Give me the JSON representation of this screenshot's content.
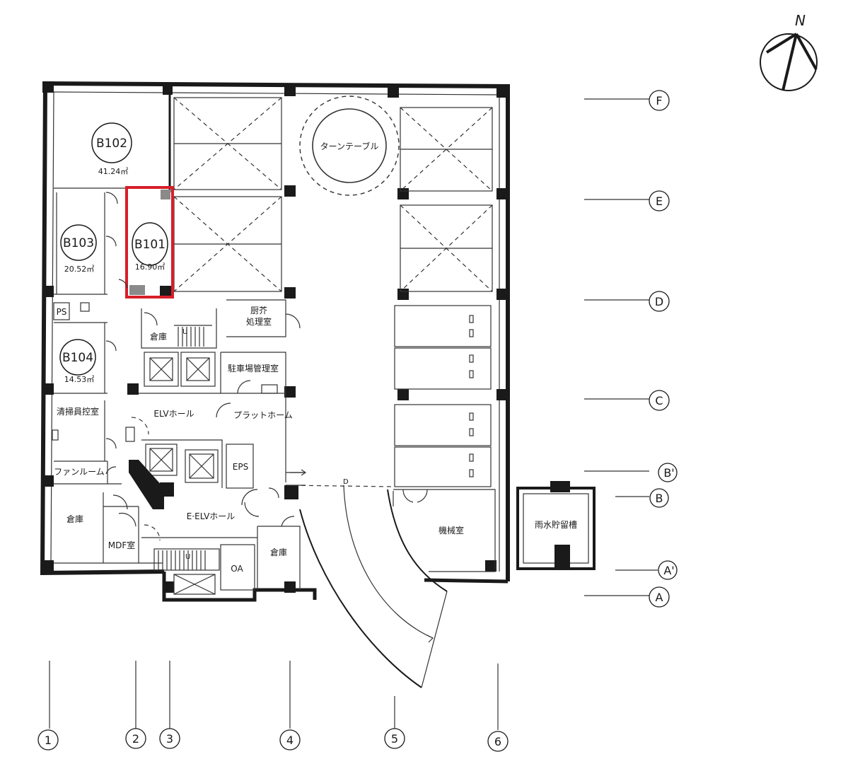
{
  "compass": {
    "label": "N"
  },
  "units": {
    "b101": {
      "id": "B101",
      "area": "16.90㎡"
    },
    "b102": {
      "id": "B102",
      "area": "41.24㎡"
    },
    "b103": {
      "id": "B103",
      "area": "20.52㎡"
    },
    "b104": {
      "id": "B104",
      "area": "14.53㎡"
    }
  },
  "rooms": {
    "turntable": "ターンテーブル",
    "ps": "PS",
    "storage": "倉庫",
    "waste_room_1": "厨芥",
    "waste_room_2": "処理室",
    "parking_office": "駐車場管理室",
    "elv_hall": "ELVホール",
    "platform": "プラットホーム",
    "cleaner_room": "清掃員控室",
    "fan_room": "ファンルーム",
    "eps": "EPS",
    "e_elv_hall": "E·ELVホール",
    "mdf_room": "MDF室",
    "oa": "OA",
    "machine_room": "機械室",
    "rain_tank": "雨水貯留槽"
  },
  "stair_marks": {
    "up_1": "U",
    "up_2": "U",
    "down": "D"
  },
  "grid_rows": [
    "F",
    "E",
    "D",
    "C",
    "B'",
    "B",
    "A'",
    "A"
  ],
  "grid_cols": [
    "1",
    "2",
    "3",
    "4",
    "5",
    "6"
  ],
  "colors": {
    "highlight": "#d81e28",
    "line": "#1a1a1a"
  }
}
